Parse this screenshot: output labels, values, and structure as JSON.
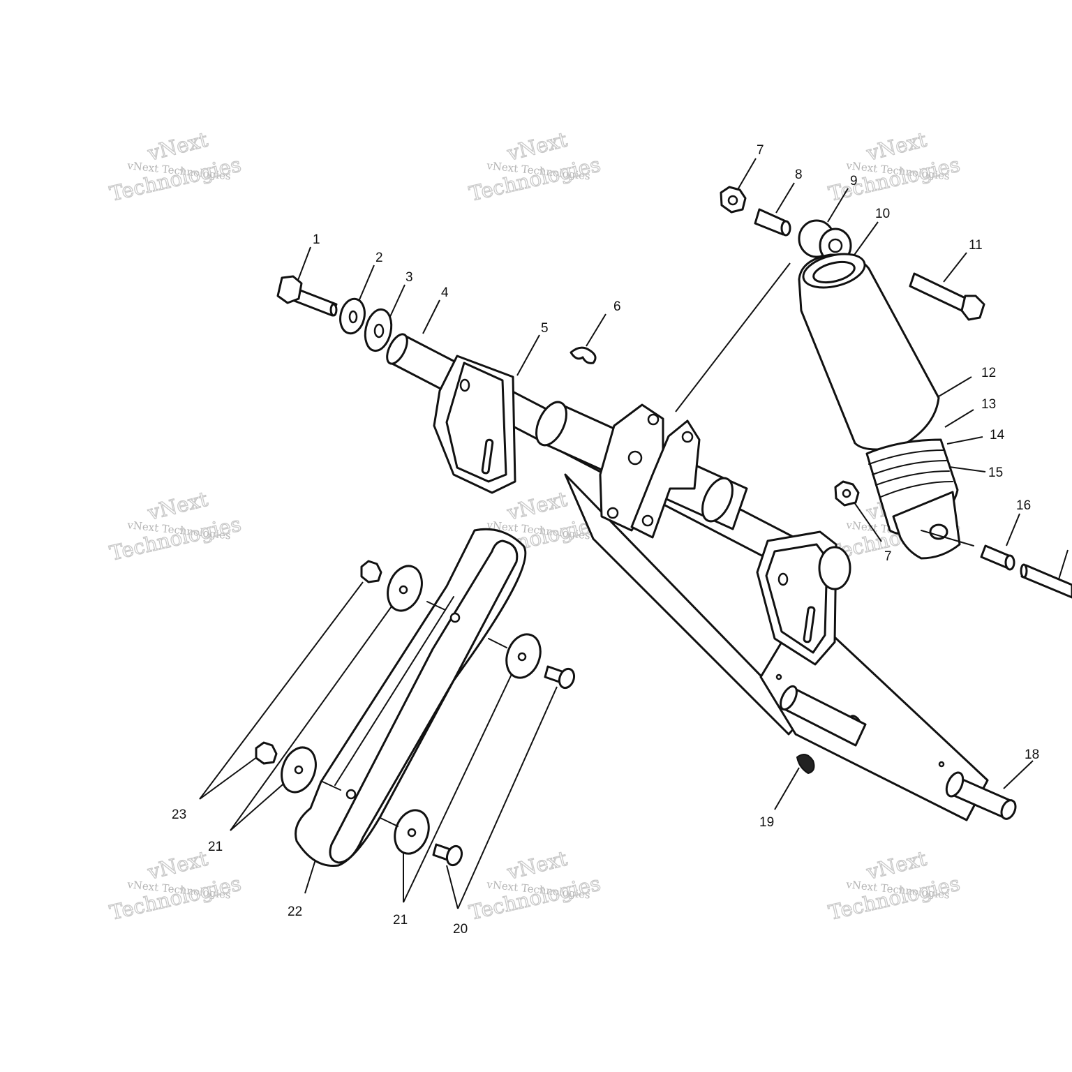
{
  "callouts": [
    {
      "id": "c1",
      "text": "1"
    },
    {
      "id": "c2",
      "text": "2"
    },
    {
      "id": "c3",
      "text": "3"
    },
    {
      "id": "c4",
      "text": "4"
    },
    {
      "id": "c5",
      "text": "5"
    },
    {
      "id": "c6",
      "text": "6"
    },
    {
      "id": "c7a",
      "text": "7"
    },
    {
      "id": "c8",
      "text": "8"
    },
    {
      "id": "c9",
      "text": "9"
    },
    {
      "id": "c10",
      "text": "10"
    },
    {
      "id": "c11",
      "text": "11"
    },
    {
      "id": "c12",
      "text": "12"
    },
    {
      "id": "c13",
      "text": "13"
    },
    {
      "id": "c14",
      "text": "14"
    },
    {
      "id": "c15",
      "text": "15"
    },
    {
      "id": "c16",
      "text": "16"
    },
    {
      "id": "c7b",
      "text": "7"
    },
    {
      "id": "c18",
      "text": "18"
    },
    {
      "id": "c19",
      "text": "19"
    },
    {
      "id": "c23",
      "text": "23"
    },
    {
      "id": "c21a",
      "text": "21"
    },
    {
      "id": "c22",
      "text": "22"
    },
    {
      "id": "c21b",
      "text": "21"
    },
    {
      "id": "c20",
      "text": "20"
    }
  ],
  "watermark": {
    "line1": "vNext",
    "line2": "vNext Technologies",
    "line3": "Technologies"
  }
}
